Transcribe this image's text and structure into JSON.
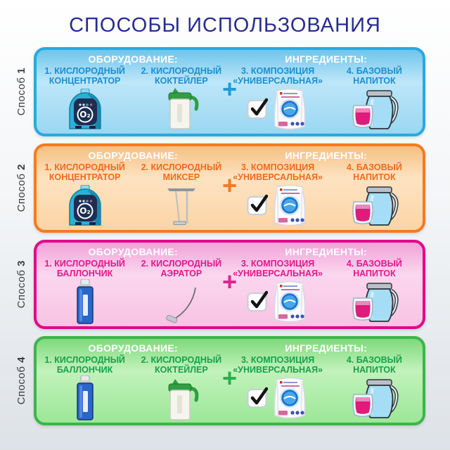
{
  "page": {
    "title": "СПОСОБЫ ИСПОЛЬЗОВАНИЯ",
    "title_color": "#272d8f",
    "background_top": "#ffffff",
    "background_bottom": "#dde2e7"
  },
  "panels": [
    {
      "method_label": "Способ",
      "method_number": "1",
      "equipment_header": "ОБОРУДОВАНИЕ:",
      "ingredients_header": "ИНГРЕДИЕНТЫ:",
      "plus_sign": "+",
      "equipment": [
        {
          "label_line1": "1. КИСЛОРОДНЫЙ",
          "label_line2": "КОНЦЕНТРАТОР",
          "icon": "oxygen-concentrator-icon",
          "device_text": "O₂"
        },
        {
          "label_line1": "2. КИСЛОРОДНЫЙ",
          "label_line2": "КОКТЕЙЛЕР",
          "icon": "oxygen-cocktailer-icon"
        }
      ],
      "ingredients": [
        {
          "label_line1": "3. КОМПОЗИЦИЯ",
          "label_line2": "«УНИВЕРСАЛЬНАЯ»",
          "icon": "universal-composition-pouch-icon",
          "checkbox": "checked"
        },
        {
          "label_line1": "4. БАЗОВЫЙ",
          "label_line2": "НАПИТОК",
          "icon": "base-drink-pitcher-icon"
        }
      ],
      "colors": {
        "border": "#29a9e1",
        "bg-top": "#6fc5eb",
        "bg-mid": "#bde6f9",
        "bg": "#9bd7f2",
        "text": "#1a8fd1",
        "plus": "#1b9cd8"
      }
    },
    {
      "method_label": "Способ",
      "method_number": "2",
      "equipment_header": "ОБОРУДОВАНИЕ:",
      "ingredients_header": "ИНГРЕДИЕНТЫ:",
      "plus_sign": "+",
      "equipment": [
        {
          "label_line1": "1. КИСЛОРОДНЫЙ",
          "label_line2": "КОНЦЕНТРАТОР",
          "icon": "oxygen-concentrator-icon",
          "device_text": "O₂"
        },
        {
          "label_line1": "2. КИСЛОРОДНЫЙ",
          "label_line2": "МИКСЕР",
          "icon": "oxygen-mixer-icon"
        }
      ],
      "ingredients": [
        {
          "label_line1": "3. КОМПОЗИЦИЯ",
          "label_line2": "«УНИВЕРСАЛЬНАЯ»",
          "icon": "universal-composition-pouch-icon",
          "checkbox": "checked"
        },
        {
          "label_line1": "4. БАЗОВЫЙ",
          "label_line2": "НАПИТОК",
          "icon": "base-drink-pitcher-icon"
        }
      ],
      "colors": {
        "border": "#f47b20",
        "bg-top": "#f6bf82",
        "bg-mid": "#fde3c2",
        "bg": "#fbd4a4",
        "text": "#f26a1b",
        "plus": "#f47920"
      }
    },
    {
      "method_label": "Способ",
      "method_number": "3",
      "equipment_header": "ОБОРУДОВАНИЕ:",
      "ingredients_header": "ИНГРЕДИЕНТЫ:",
      "plus_sign": "+",
      "equipment": [
        {
          "label_line1": "1. КИСЛОРОДНЫЙ",
          "label_line2": "БАЛЛОНЧИК",
          "icon": "oxygen-canister-icon"
        },
        {
          "label_line1": "2. КИСЛОРОДНЫЙ",
          "label_line2": "АЭРАТОР",
          "icon": "oxygen-aerator-icon"
        }
      ],
      "ingredients": [
        {
          "label_line1": "3. КОМПОЗИЦИЯ",
          "label_line2": "«УНИВЕРСАЛЬНАЯ»",
          "icon": "universal-composition-pouch-icon",
          "checkbox": "checked"
        },
        {
          "label_line1": "4. БАЗОВЫЙ",
          "label_line2": "НАПИТОК",
          "icon": "base-drink-pitcher-icon"
        }
      ],
      "colors": {
        "border": "#e2058b",
        "bg-top": "#f2a2d8",
        "bg-mid": "#fbd7ee",
        "bg": "#f7c3e4",
        "text": "#e5178e",
        "plus": "#df2391"
      }
    },
    {
      "method_label": "Способ",
      "method_number": "4",
      "equipment_header": "ОБОРУДОВАНИЕ:",
      "ingredients_header": "ИНГРЕДИЕНТЫ:",
      "plus_sign": "+",
      "equipment": [
        {
          "label_line1": "1. КИСЛОРОДНЫЙ",
          "label_line2": "БАЛЛОНЧИК",
          "icon": "oxygen-canister-icon"
        },
        {
          "label_line1": "2. КИСЛОРОДНЫЙ",
          "label_line2": "КОКТЕЙЛЕР",
          "icon": "oxygen-cocktailer-icon"
        }
      ],
      "ingredients": [
        {
          "label_line1": "3. КОМПОЗИЦИЯ",
          "label_line2": "«УНИВЕРСАЛЬНАЯ»",
          "icon": "universal-composition-pouch-icon",
          "checkbox": "checked"
        },
        {
          "label_line1": "4. БАЗОВЫЙ",
          "label_line2": "НАПИТОК",
          "icon": "base-drink-pitcher-icon"
        }
      ],
      "colors": {
        "border": "#3cb54a",
        "bg-top": "#7fd97c",
        "bg-mid": "#c2f2bb",
        "bg": "#9ce798",
        "text": "#17a14c",
        "plus": "#28b04e"
      }
    }
  ]
}
